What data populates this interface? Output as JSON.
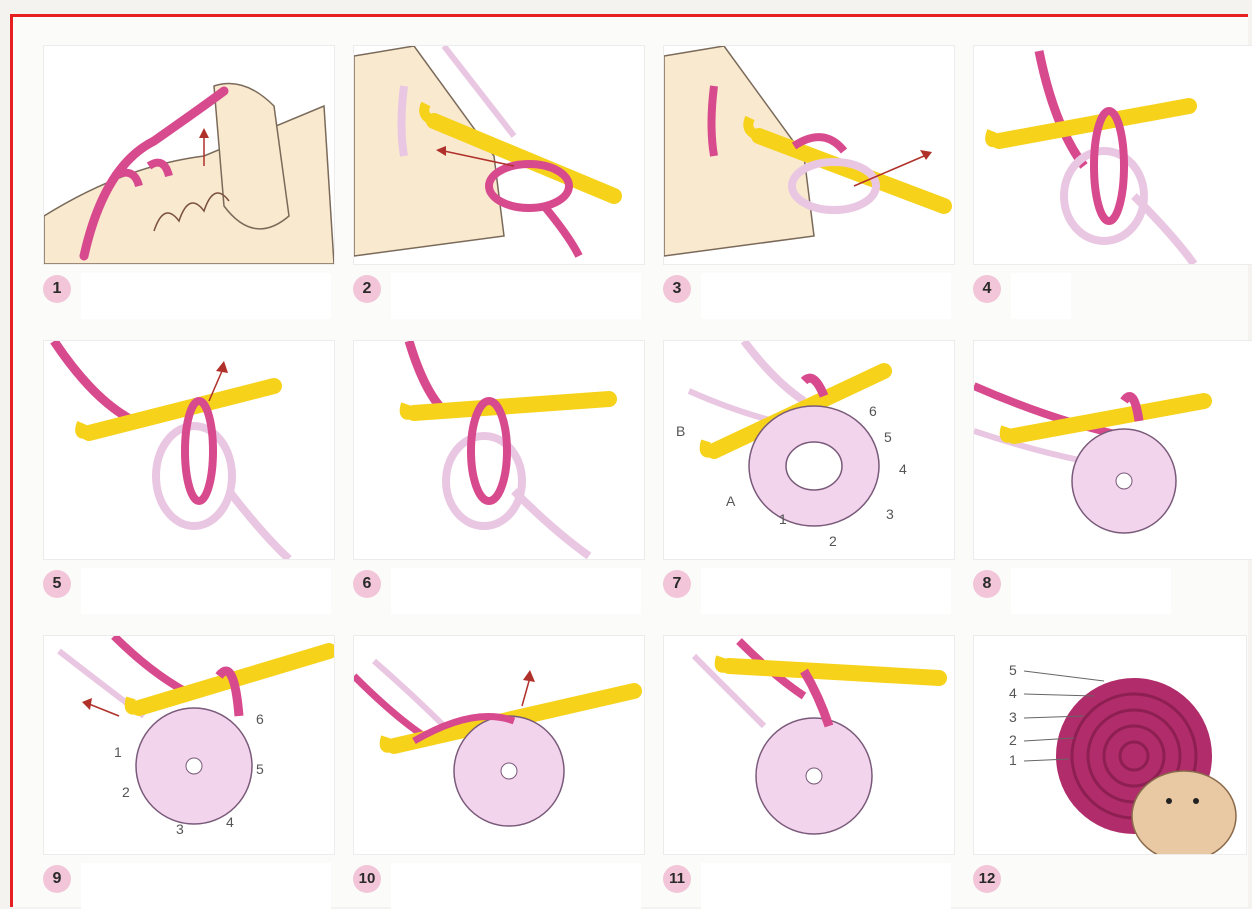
{
  "steps": [
    {
      "number": "1"
    },
    {
      "number": "2"
    },
    {
      "number": "3"
    },
    {
      "number": "4"
    },
    {
      "number": "5"
    },
    {
      "number": "6"
    },
    {
      "number": "7"
    },
    {
      "number": "8"
    },
    {
      "number": "9"
    },
    {
      "number": "10"
    },
    {
      "number": "11"
    },
    {
      "number": "12"
    }
  ],
  "labels": {
    "step7": {
      "a": "A",
      "b": "B",
      "n1": "1",
      "n2": "2",
      "n3": "3",
      "n4": "4",
      "n5": "5",
      "n6": "6"
    },
    "step9": {
      "n1": "1",
      "n2": "2",
      "n3": "3",
      "n4": "4",
      "n5": "5",
      "n6": "6"
    },
    "step12": {
      "r1": "1",
      "r2": "2",
      "r3": "3",
      "r4": "4",
      "r5": "5"
    }
  },
  "colors": {
    "frame": "#e62020",
    "yarn": "#d84a8e",
    "yarn_light": "#e9c7e2",
    "hook": "#f6d21a",
    "skin": "#f9e9cf",
    "badge": "#f2c6d8",
    "crochet": "#b02c6a"
  }
}
